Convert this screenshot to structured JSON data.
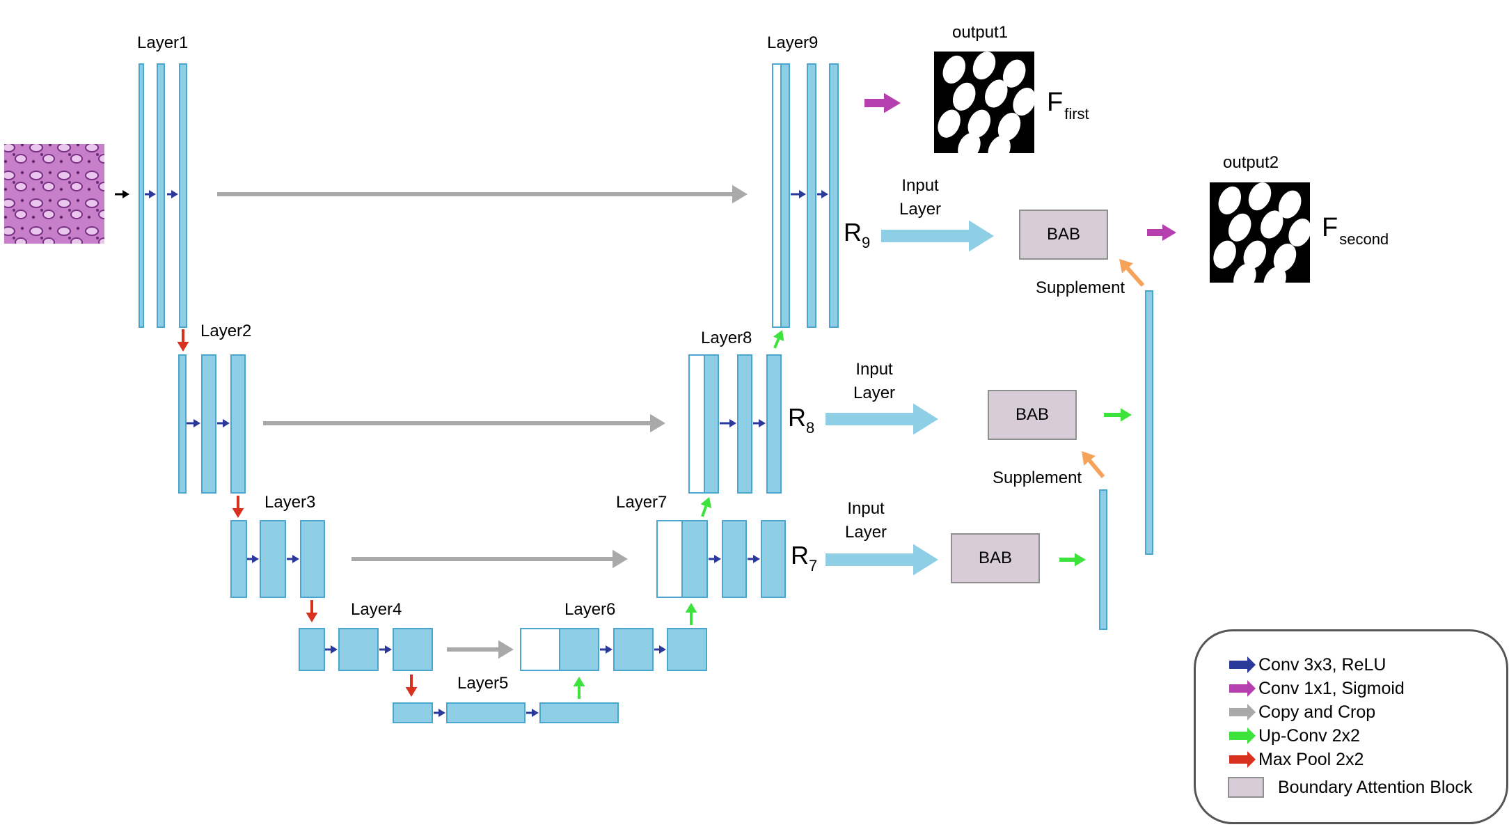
{
  "layers": {
    "l1": "Layer1",
    "l2": "Layer2",
    "l3": "Layer3",
    "l4": "Layer4",
    "l5": "Layer5",
    "l6": "Layer6",
    "l7": "Layer7",
    "l8": "Layer8",
    "l9": "Layer9"
  },
  "outputs": {
    "output1": "output1",
    "output2": "output2",
    "f1": {
      "base": "F",
      "sub": "first"
    },
    "f2": {
      "base": "F",
      "sub": "second"
    }
  },
  "branches": {
    "r9": {
      "base": "R",
      "sub": "9",
      "input_label_line1": "Input",
      "input_label_line2": "Layer"
    },
    "r8": {
      "base": "R",
      "sub": "8",
      "input_label_line1": "Input",
      "input_label_line2": "Layer"
    },
    "r7": {
      "base": "R",
      "sub": "7",
      "input_label_line1": "Input",
      "input_label_line2": "Layer"
    }
  },
  "bab_label": "BAB",
  "supplement_label": "Supplement",
  "legend": {
    "items": [
      {
        "label": "Conv 3x3, ReLU",
        "color": "#2b3a9a"
      },
      {
        "label": "Conv 1x1, Sigmoid",
        "color": "#b63fb0"
      },
      {
        "label": "Copy and Crop",
        "color": "#a9a9a9"
      },
      {
        "label": "Up-Conv 2x2",
        "color": "#3de23d"
      },
      {
        "label": "Max Pool 2x2",
        "color": "#d8311f"
      }
    ],
    "bab_entry": "Boundary Attention Block"
  },
  "colors": {
    "block": "#8ecfe6",
    "block_edge": "#4aa5cf",
    "input_arrow": "#8ecfe6",
    "bab_fill": "#d8ccd8",
    "supplement_arrow": "#f5a25a"
  }
}
